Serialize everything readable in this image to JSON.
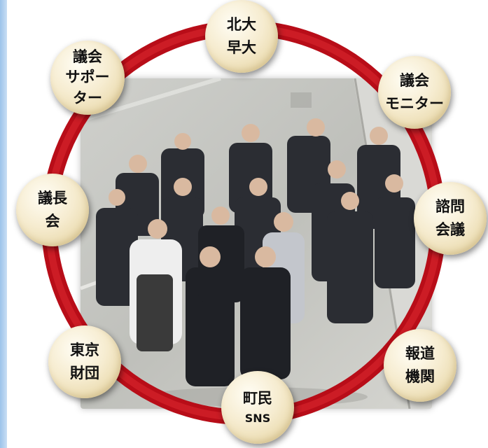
{
  "diagram": {
    "colors": {
      "ring": "#c8101e",
      "node_fill": "#f4ead0",
      "node_text": "#111111",
      "accent_bar": "#b7d4f0"
    },
    "center_photo": {
      "description_icon": "group-photo-icon"
    },
    "nodes": {
      "top": {
        "line1": "北大",
        "line2": "早大"
      },
      "top_right": {
        "line1": "議会",
        "line2": "モニター"
      },
      "right": {
        "line1": "諮問",
        "line2": "会議"
      },
      "bottom_right": {
        "line1": "報道",
        "line2": "機関"
      },
      "bottom": {
        "line1": "町民",
        "line2": "SNS"
      },
      "bottom_left": {
        "line1": "東京",
        "line2": "財団"
      },
      "left": {
        "line1": "議長",
        "line2": "会"
      },
      "top_left": {
        "line1": "議会",
        "line2": "サポー",
        "line3": "ター"
      }
    }
  }
}
